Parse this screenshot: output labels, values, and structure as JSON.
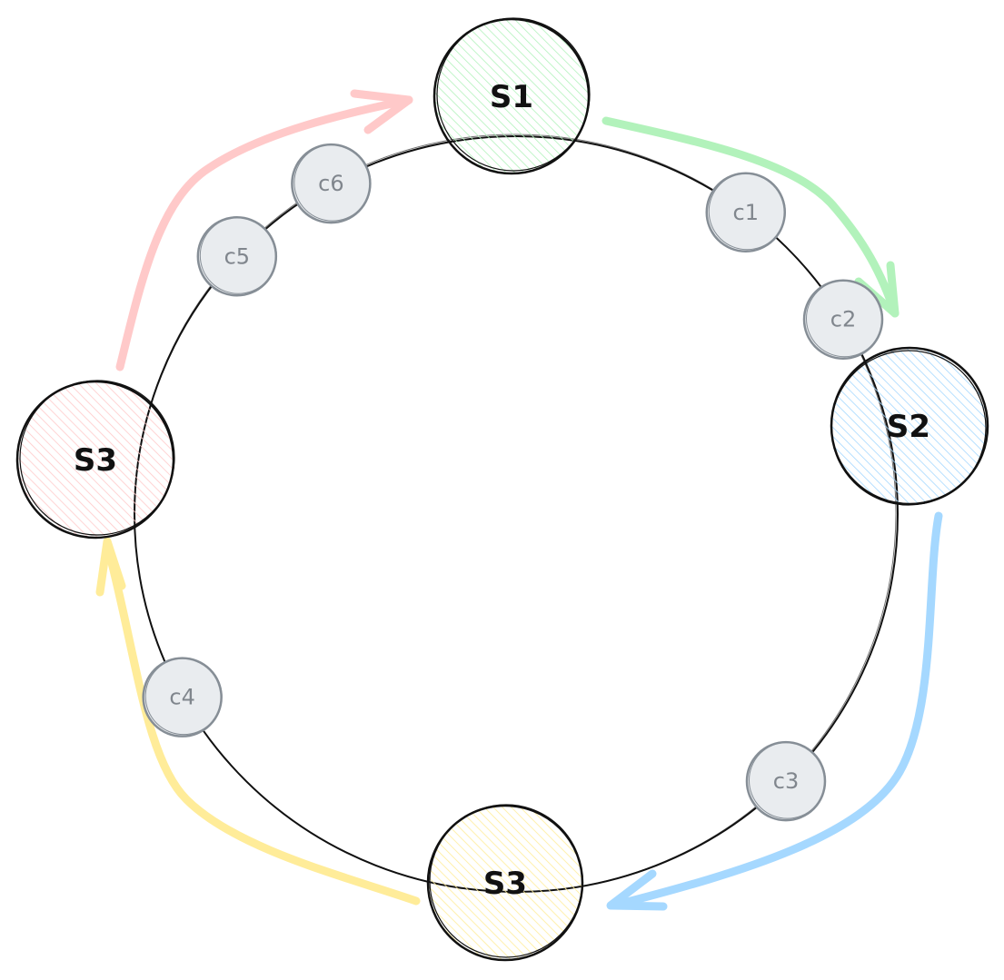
{
  "diagram": {
    "title": "",
    "ring": {
      "stroke": "#111111"
    },
    "servers": [
      {
        "id": "s1",
        "label": "S1",
        "color": "#b2f2bb",
        "angle_deg": -90
      },
      {
        "id": "s2",
        "label": "S2",
        "color": "#a5d8ff",
        "angle_deg": -5
      },
      {
        "id": "s3-bottom",
        "label": "S3",
        "color": "#ffec99",
        "angle_deg": 90
      },
      {
        "id": "s3-left",
        "label": "S3",
        "color": "#ffc9c9",
        "angle_deg": 180
      }
    ],
    "clients": [
      {
        "id": "c1",
        "label": "c1",
        "angle_deg": -53
      },
      {
        "id": "c2",
        "label": "c2",
        "angle_deg": -31
      },
      {
        "id": "c3",
        "label": "c3",
        "angle_deg": 45
      },
      {
        "id": "c4",
        "label": "c4",
        "angle_deg": 151
      },
      {
        "id": "c5",
        "label": "c5",
        "angle_deg": -137
      },
      {
        "id": "c6",
        "label": "c6",
        "angle_deg": -119
      }
    ],
    "client_style": {
      "fill": "#e9ecef",
      "stroke": "#868e96"
    },
    "arrows": [
      {
        "from": "s1",
        "to": "s2",
        "color": "#b2f2bb"
      },
      {
        "from": "s2",
        "to": "s3-bottom",
        "color": "#a5d8ff"
      },
      {
        "from": "s3-bottom",
        "to": "s3-left",
        "color": "#ffec99"
      },
      {
        "from": "s3-left",
        "to": "s1",
        "color": "#ffc9c9"
      }
    ]
  }
}
